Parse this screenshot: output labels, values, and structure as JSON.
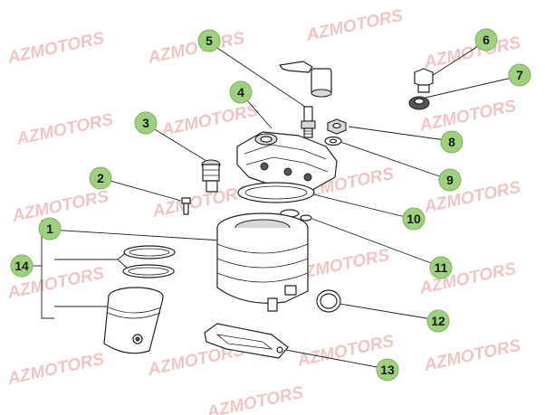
{
  "watermark": {
    "text": "AZMOTORS",
    "color": "#f2c4c4"
  },
  "badges": {
    "b1": "1",
    "b2": "2",
    "b3": "3",
    "b4": "4",
    "b5": "5",
    "b6": "6",
    "b7": "7",
    "b8": "8",
    "b9": "9",
    "b10": "10",
    "b11": "11",
    "b12": "12",
    "b13": "13",
    "b14": "14"
  },
  "colors": {
    "badge_fill": "#9fd07f",
    "line": "#222222"
  }
}
